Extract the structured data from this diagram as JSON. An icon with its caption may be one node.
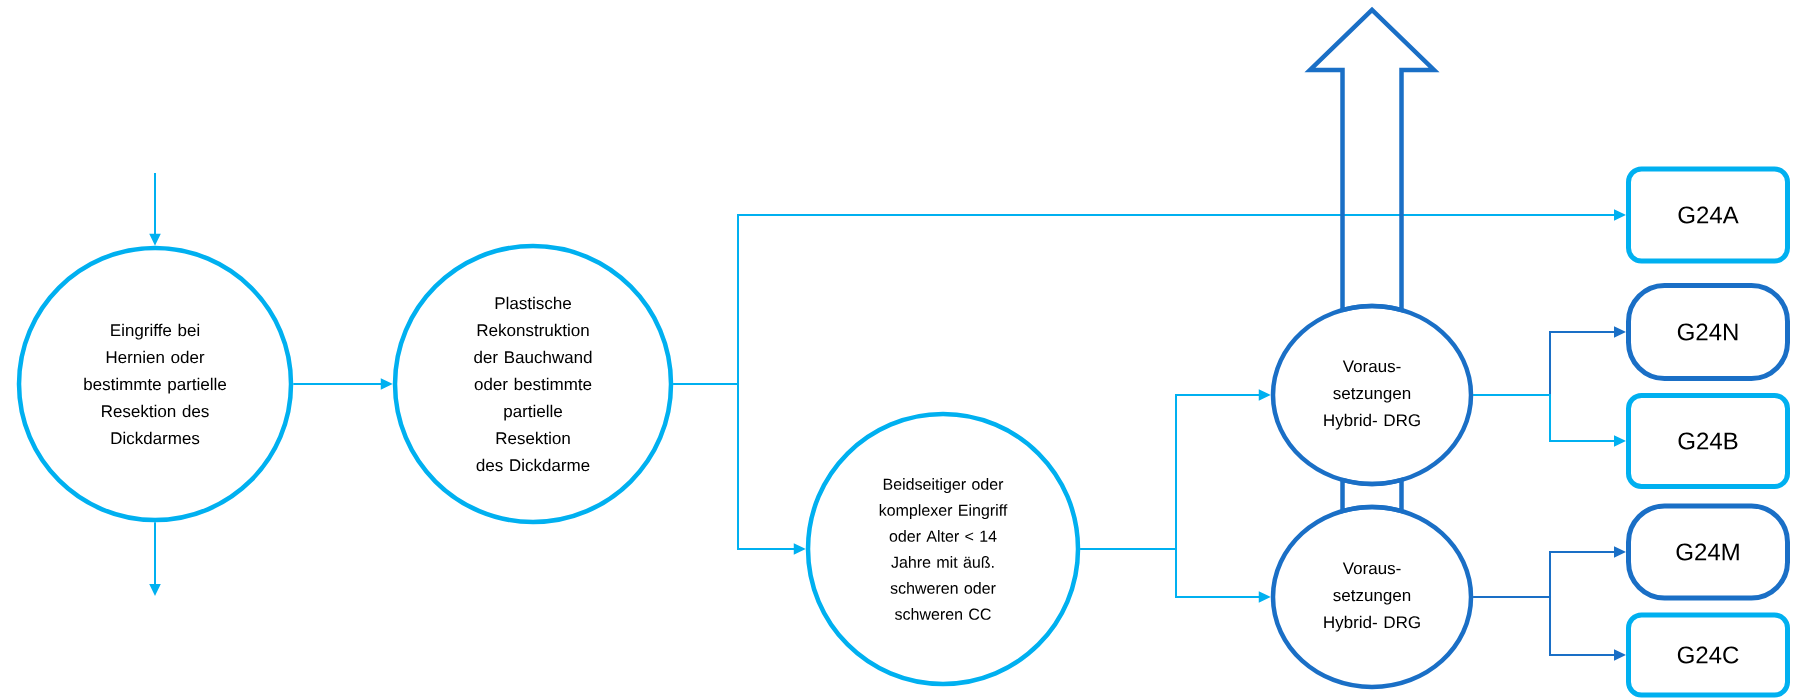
{
  "diagram": {
    "nodes": [
      {
        "text": [
          "Eingriffe bei Hernien oder bestimmte partielle Resektion des Dickdarmes"
        ]
      },
      {
        "text": [
          "Plastische Rekonstruktion der Bauchwand oder bestimmte partielle Resektion des Dickdarme"
        ]
      },
      {
        "text": [
          "Beidseitiger oder komplexer Eingriff oder Alter < 14 Jahre mit äuß. schweren oder schweren CC"
        ]
      },
      {
        "text": [
          "Voraus- setzungen Hybrid- DRG"
        ]
      },
      {
        "text": [
          "Voraus- setzungen Hybrid- DRG"
        ]
      },
      {
        "text": [
          "G24A"
        ]
      },
      {
        "text": [
          "G24N"
        ]
      },
      {
        "text": [
          "G24B"
        ]
      },
      {
        "text": [
          "G24M"
        ]
      },
      {
        "text": [
          "G24C"
        ]
      }
    ],
    "edges": [
      {
        "from": null,
        "to": 0,
        "arrow": "to"
      },
      {
        "from": 0,
        "to": null,
        "arrow": "to"
      },
      {
        "from": 0,
        "to": 1,
        "arrow": "to"
      },
      {
        "from": 1,
        "to": 5,
        "arrow": "to"
      },
      {
        "from": 1,
        "to": 2,
        "arrow": "to"
      },
      {
        "from": 2,
        "to": 3,
        "arrow": "to"
      },
      {
        "from": 2,
        "to": 4,
        "arrow": "to"
      },
      {
        "from": 3,
        "to": 6,
        "arrow": "to",
        "color": "#1a6fc6"
      },
      {
        "from": 3,
        "to": 7,
        "arrow": "to"
      },
      {
        "from": 4,
        "to": 8,
        "arrow": "to",
        "color": "#1a6fc6"
      },
      {
        "from": 4,
        "to": 9,
        "arrow": "to",
        "color": "#1a6fc6"
      },
      {
        "from": 3,
        "to": null,
        "arrow": "to",
        "style": "thick",
        "color": "#1a6fc6"
      },
      {
        "from": 4,
        "to": 3,
        "arrow": "none",
        "style": "thick",
        "color": "#1a6fc6"
      }
    ]
  }
}
